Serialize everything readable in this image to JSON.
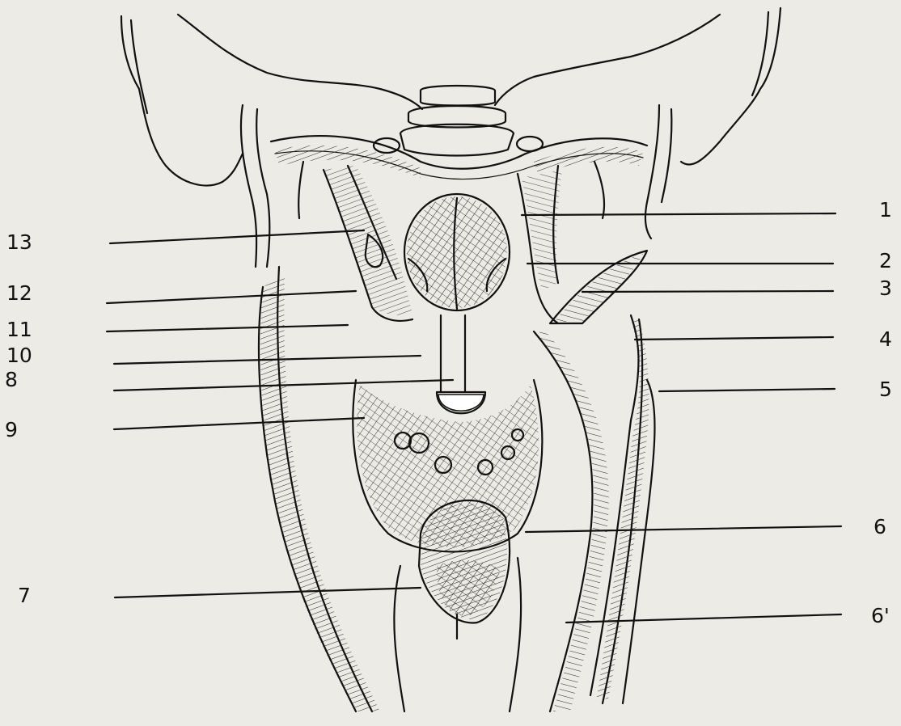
{
  "labels": {
    "l1": "1",
    "l2": "2",
    "l3": "3",
    "l4": "4",
    "l5": "5",
    "l6": "6",
    "l6p": "6'",
    "l7": "7",
    "l8": "8",
    "l9": "9",
    "l10": "10",
    "l11": "11",
    "l12": "12",
    "l13": "13"
  },
  "colors": {
    "paper": "#ecebe6",
    "ink": "#111111"
  }
}
